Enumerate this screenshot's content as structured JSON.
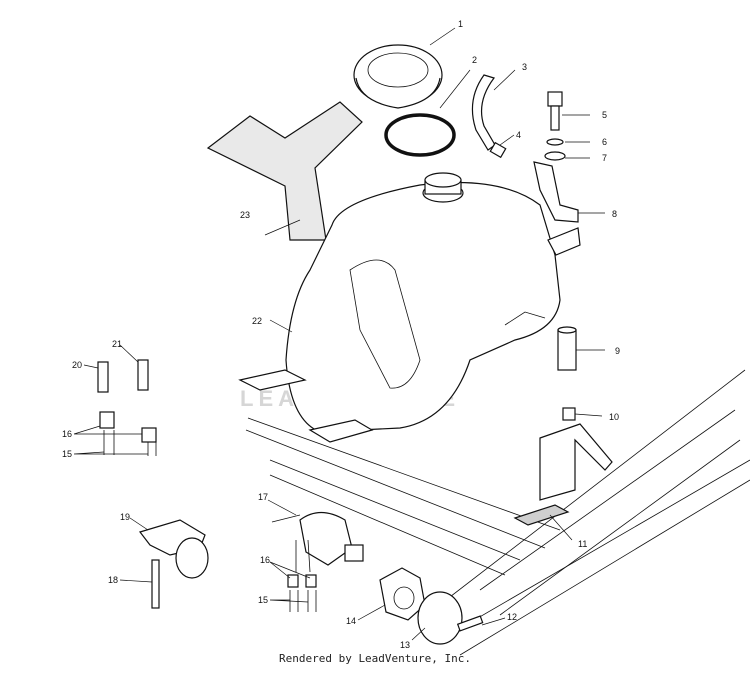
{
  "footer": "Rendered by LeadVenture, Inc.",
  "watermark": "LEADVENTURE",
  "callouts": [
    "1",
    "2",
    "3",
    "4",
    "5",
    "6",
    "7",
    "8",
    "9",
    "10",
    "11",
    "12",
    "13",
    "14",
    "15",
    "15",
    "16",
    "16",
    "17",
    "18",
    "19",
    "20",
    "21",
    "22",
    "23"
  ]
}
